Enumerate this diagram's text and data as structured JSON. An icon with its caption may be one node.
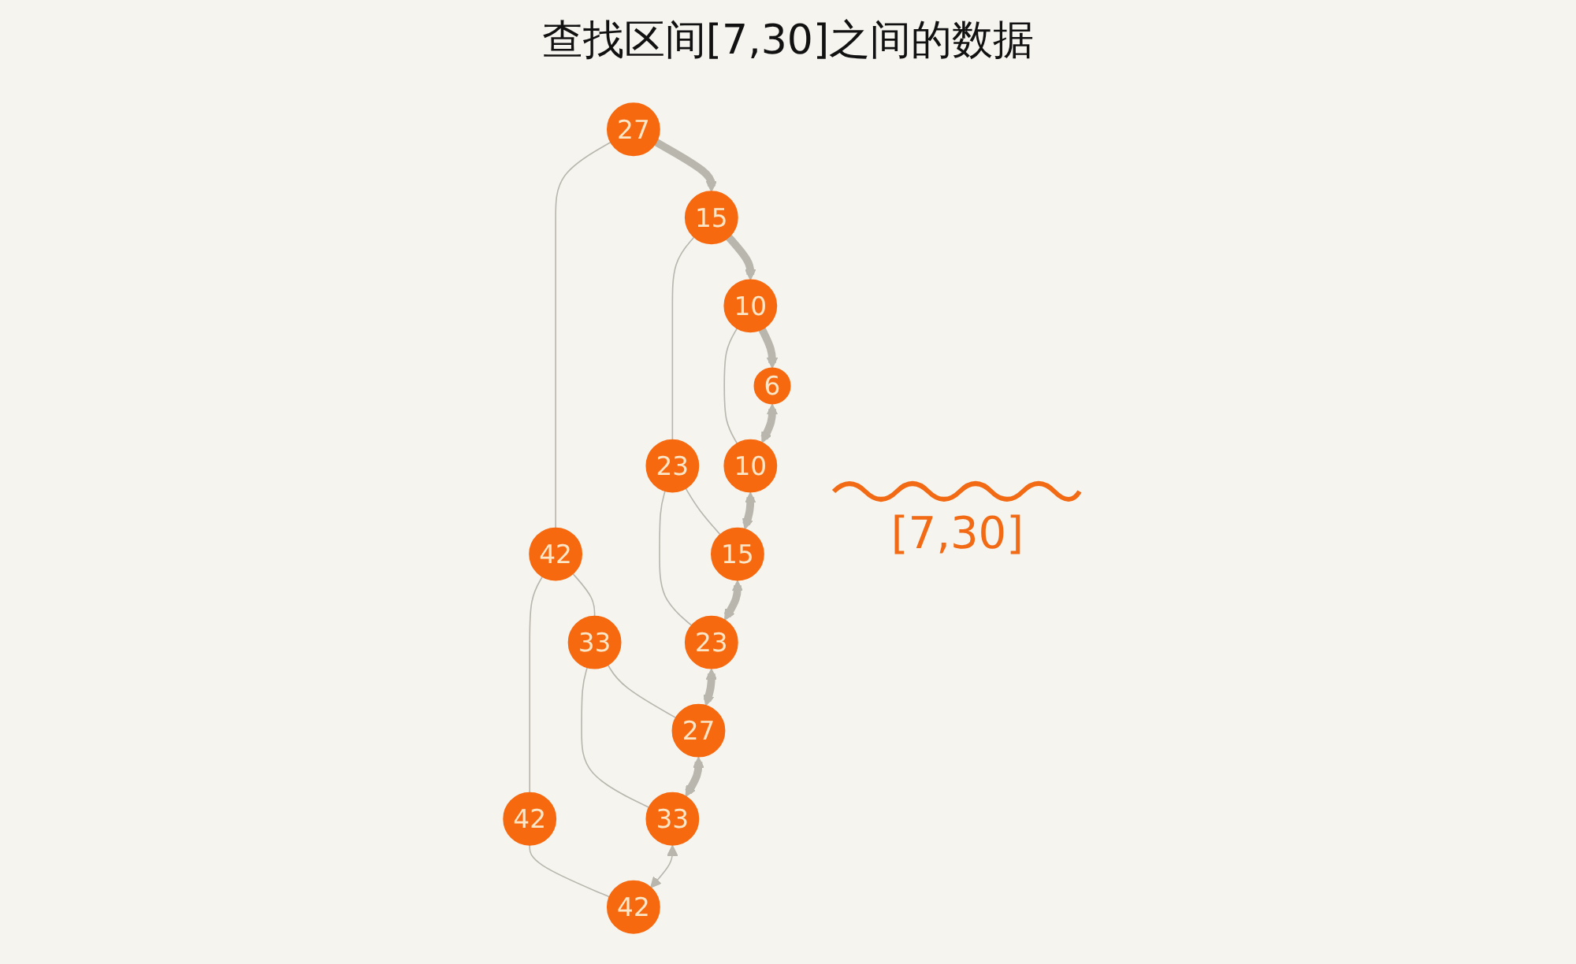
{
  "diagram": {
    "title": "查找区间[7,30]之间的数据",
    "nodes": [
      {
        "text": [
          "27"
        ]
      },
      {
        "text": [
          "15"
        ]
      },
      {
        "text": [
          "42"
        ]
      },
      {
        "text": [
          "10"
        ]
      },
      {
        "text": [
          "23"
        ]
      },
      {
        "text": [
          "33"
        ]
      },
      {
        "text": [
          "42"
        ]
      },
      {
        "text": [
          "6"
        ]
      },
      {
        "text": [
          "10"
        ]
      },
      {
        "text": [
          "15"
        ]
      },
      {
        "text": [
          "23"
        ]
      },
      {
        "text": [
          "27"
        ]
      },
      {
        "text": [
          "33"
        ]
      },
      {
        "text": [
          "42"
        ]
      }
    ],
    "edges": [
      {
        "from": 0,
        "to": 1,
        "arrow": "to",
        "style": "thick"
      },
      {
        "from": 0,
        "to": 2,
        "arrow": "none"
      },
      {
        "from": 1,
        "to": 3,
        "arrow": "to",
        "style": "thick"
      },
      {
        "from": 1,
        "to": 4,
        "arrow": "none"
      },
      {
        "from": 2,
        "to": 5,
        "arrow": "none"
      },
      {
        "from": 2,
        "to": 6,
        "arrow": "none"
      },
      {
        "from": 3,
        "to": 7,
        "arrow": "to",
        "style": "thick"
      },
      {
        "from": 3,
        "to": 8,
        "arrow": "none"
      },
      {
        "from": 4,
        "to": 9,
        "arrow": "none"
      },
      {
        "from": 4,
        "to": 10,
        "arrow": "none"
      },
      {
        "from": 5,
        "to": 11,
        "arrow": "none"
      },
      {
        "from": 5,
        "to": 12,
        "arrow": "none"
      },
      {
        "from": 6,
        "to": 13,
        "arrow": "none"
      },
      {
        "from": 7,
        "to": 8,
        "arrow": "both",
        "style": "thick"
      },
      {
        "from": 8,
        "to": 9,
        "arrow": "both",
        "style": "thick"
      },
      {
        "from": 9,
        "to": 10,
        "arrow": "both",
        "style": "thick"
      },
      {
        "from": 10,
        "to": 11,
        "arrow": "both",
        "style": "thick"
      },
      {
        "from": 11,
        "to": 12,
        "arrow": "both",
        "style": "thick"
      },
      {
        "from": 12,
        "to": 13,
        "arrow": "both"
      }
    ],
    "labels": [
      "[7,30]"
    ]
  }
}
